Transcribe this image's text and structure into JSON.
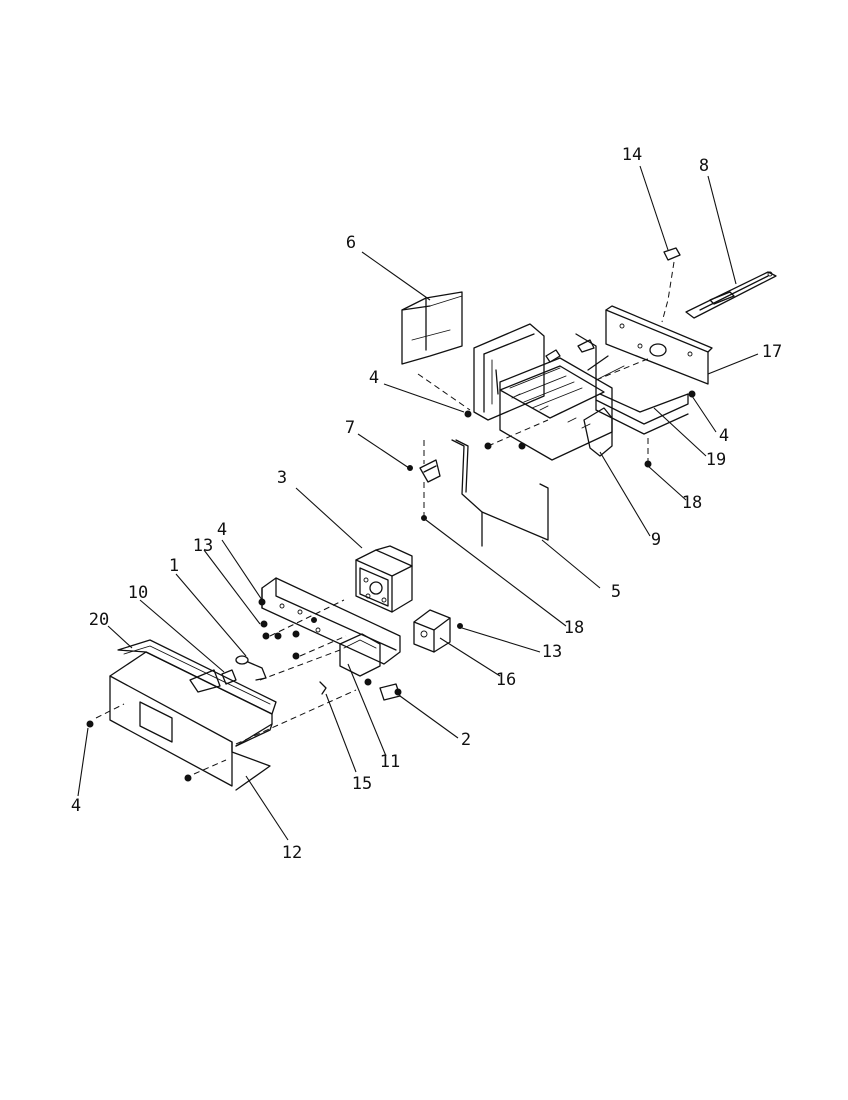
{
  "callouts": [
    {
      "id": "c14",
      "label": "14"
    },
    {
      "id": "c8",
      "label": "8"
    },
    {
      "id": "c6",
      "label": "6"
    },
    {
      "id": "c17",
      "label": "17"
    },
    {
      "id": "c4a",
      "label": "4"
    },
    {
      "id": "c4b",
      "label": "4"
    },
    {
      "id": "c19",
      "label": "19"
    },
    {
      "id": "c7",
      "label": "7"
    },
    {
      "id": "c18a",
      "label": "18"
    },
    {
      "id": "c3",
      "label": "3"
    },
    {
      "id": "c9",
      "label": "9"
    },
    {
      "id": "c4c",
      "label": "4"
    },
    {
      "id": "c13a",
      "label": "13"
    },
    {
      "id": "c5",
      "label": "5"
    },
    {
      "id": "c1",
      "label": "1"
    },
    {
      "id": "c10",
      "label": "10"
    },
    {
      "id": "c18b",
      "label": "18"
    },
    {
      "id": "c20",
      "label": "20"
    },
    {
      "id": "c13b",
      "label": "13"
    },
    {
      "id": "c16",
      "label": "16"
    },
    {
      "id": "c2",
      "label": "2"
    },
    {
      "id": "c11",
      "label": "11"
    },
    {
      "id": "c15",
      "label": "15"
    },
    {
      "id": "c4d",
      "label": "4"
    },
    {
      "id": "c12",
      "label": "12"
    }
  ]
}
